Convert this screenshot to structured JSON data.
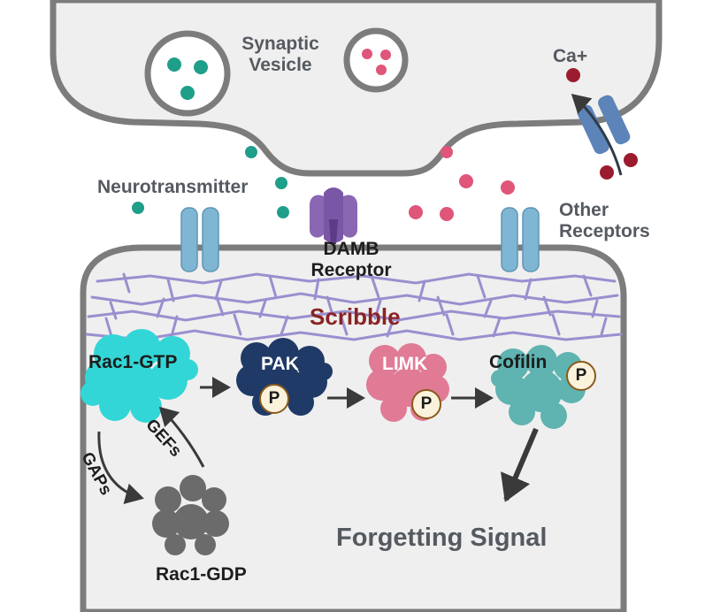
{
  "labels": {
    "synaptic_vesicle": [
      "Synaptic",
      "Vesicle"
    ],
    "ca_ion": "Ca+",
    "neurotransmitter": "Neurotransmitter",
    "other_receptors": [
      "Other",
      "Receptors"
    ],
    "damb_receptor": [
      "DAMB",
      "Receptor"
    ],
    "scribble": "Scribble",
    "rac1_gtp": "Rac1-GTP",
    "pak": "PAK",
    "limk": "LIMK",
    "cofilin": "Cofilin",
    "gaps": "GAPs",
    "gefs": "GEFs",
    "rac1_gdp": "Rac1-GDP",
    "forgetting_signal": "Forgetting Signal",
    "phospho": "P"
  },
  "colors": {
    "membrane": "#7c7c7c",
    "cytoplasm": "#efefef",
    "neurotransmitter_teal": "#1f9e8a",
    "neurotransmitter_pink": "#e0557a",
    "calcium": "#9b1c2e",
    "receptor_blue": "#7fb6d3",
    "damb_purple": "#8a66b3",
    "scribble_lines": "#9a8fcf",
    "scribble_text": "#8b2323",
    "rac1_gtp": "#33d6d6",
    "pak": "#1f3a66",
    "limk": "#e07a95",
    "cofilin": "#5fb3b0",
    "rac1_gdp": "#6b6b6b",
    "arrow": "#3a3a3a"
  }
}
